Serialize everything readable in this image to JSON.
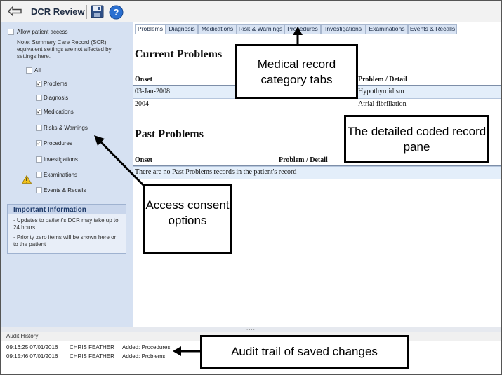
{
  "app": {
    "title": "DCR Review"
  },
  "toolbar": {
    "back_icon": "back-arrow-icon",
    "save_icon": "save-icon",
    "help_icon": "help-icon"
  },
  "left_panel": {
    "allow_label": "Allow patient access",
    "note": "Note: Summary Care Record (SCR) equivalent settings are not affected by settings here.",
    "options": [
      {
        "label": "All",
        "checked": false
      },
      {
        "label": "Problems",
        "checked": true
      },
      {
        "label": "Diagnosis",
        "checked": false
      },
      {
        "label": "Medications",
        "checked": true
      },
      {
        "label": "Risks & Warnings",
        "checked": false
      },
      {
        "label": "Procedures",
        "checked": true
      },
      {
        "label": "Investigations",
        "checked": false,
        "warning": true
      },
      {
        "label": "Examinations",
        "checked": false
      },
      {
        "label": "Events & Recalls",
        "checked": false
      }
    ],
    "info": {
      "title": "Important Information",
      "lines": [
        "- Updates to patient's DCR may take up to 24 hours",
        "- Priority zero items will be shown here or to the patient"
      ]
    }
  },
  "tabs": [
    "Problems",
    "Diagnosis",
    "Medications",
    "Risk & Warnings",
    "Procedures",
    "Investigations",
    "Examinations",
    "Events & Recalls"
  ],
  "active_tab": "Problems",
  "current_problems": {
    "title": "Current Problems",
    "col_onset": "Onset",
    "col_problem": "Problem / Detail",
    "rows": [
      {
        "onset": "03-Jan-2008",
        "problem": "Hypothyroidism"
      },
      {
        "onset": "2004",
        "problem": "Atrial fibrillation"
      }
    ]
  },
  "past_problems": {
    "title": "Past Problems",
    "col_onset": "Onset",
    "col_problem": "Problem / Detail",
    "empty_message": "There are no Past Problems records in the patient's record"
  },
  "audit": {
    "title": "Audit History",
    "rows": [
      {
        "time": "09:16:25 07/01/2016",
        "user": "CHRIS FEATHER",
        "action": "Added: Procedures"
      },
      {
        "time": "09:15:46 07/01/2016",
        "user": "CHRIS FEATHER",
        "action": "Added: Problems"
      }
    ]
  },
  "callouts": {
    "tabs": "Medical record category tabs",
    "pane": "The detailed coded record pane",
    "consent": "Access consent options",
    "audit": "Audit trail of saved changes"
  }
}
